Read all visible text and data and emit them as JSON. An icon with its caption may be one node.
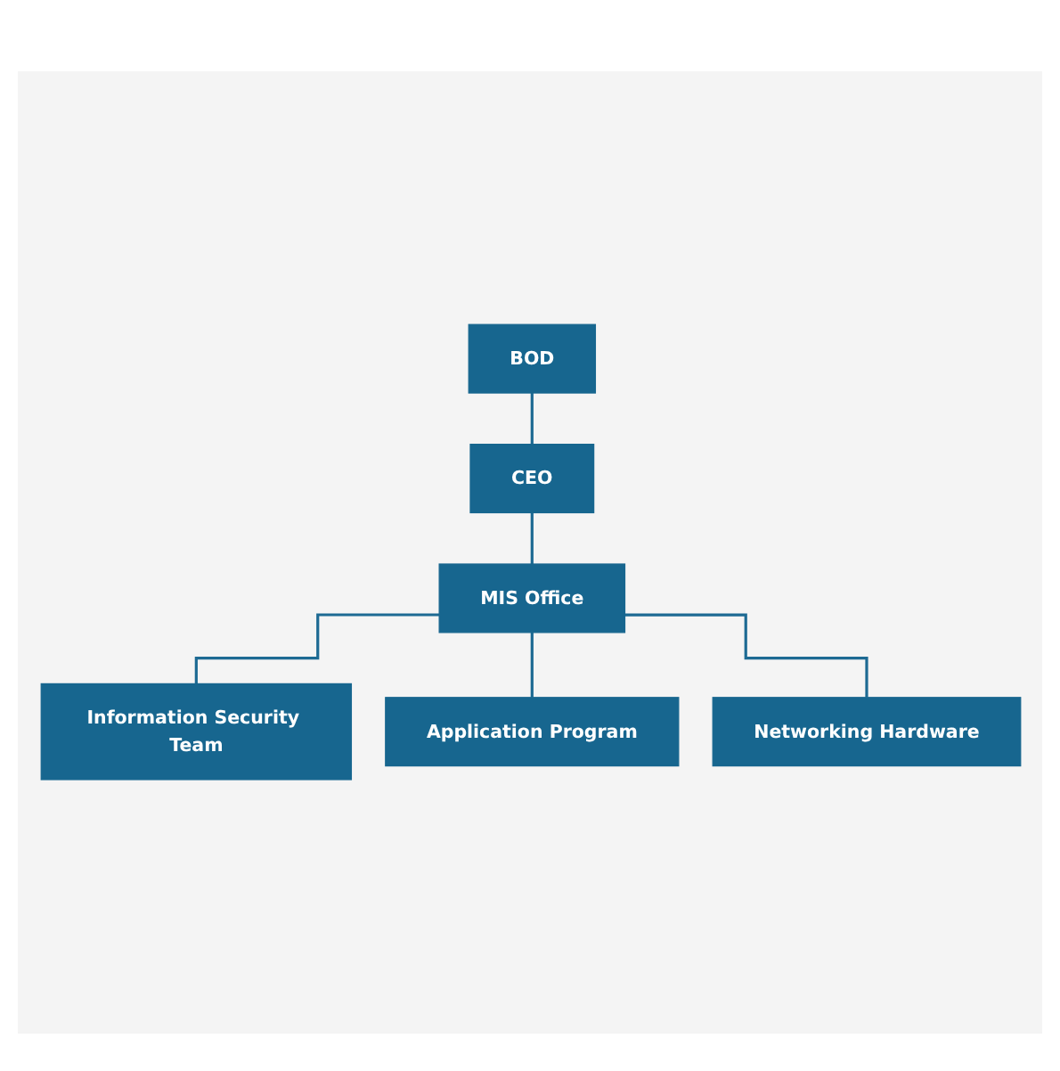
{
  "diagram": {
    "nodes": [
      {
        "text": [
          "BOD"
        ]
      },
      {
        "text": [
          "CEO"
        ]
      },
      {
        "text": [
          "MIS Office"
        ]
      },
      {
        "text": [
          "Information Security Team"
        ]
      },
      {
        "text": [
          "Application Program"
        ]
      },
      {
        "text": [
          "Networking Hardware"
        ]
      }
    ],
    "edges": [
      {
        "from": 0,
        "to": 1,
        "arrow": "none"
      },
      {
        "from": 1,
        "to": 2,
        "arrow": "none"
      },
      {
        "from": 2,
        "to": 3,
        "arrow": "none"
      },
      {
        "from": 2,
        "to": 4,
        "arrow": "none"
      },
      {
        "from": 2,
        "to": 5,
        "arrow": "none"
      }
    ]
  }
}
